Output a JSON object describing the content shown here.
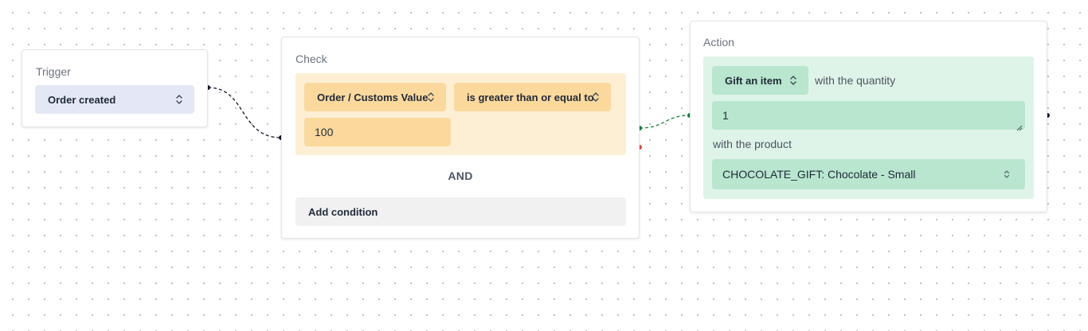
{
  "trigger": {
    "title": "Trigger",
    "selected": "Order created"
  },
  "check": {
    "title": "Check",
    "condition": {
      "field": "Order / Customs Value",
      "operator": "is greater than or equal to",
      "value": "100"
    },
    "joiner": "AND",
    "add_condition_label": "Add condition"
  },
  "action": {
    "title": "Action",
    "type": "Gift an item",
    "quantity_label": "with the quantity",
    "quantity_value": "1",
    "product_label": "with the product",
    "product": "CHOCOLATE_GIFT: Chocolate - Small"
  },
  "colors": {
    "trigger_select": "#e4e7f5",
    "check_bg": "#fdefd3",
    "check_select": "#fbd99d",
    "action_bg": "#dff4e8",
    "action_select": "#b8e6cf",
    "edge_ok": "#15803d",
    "edge_error": "#ef4444"
  }
}
